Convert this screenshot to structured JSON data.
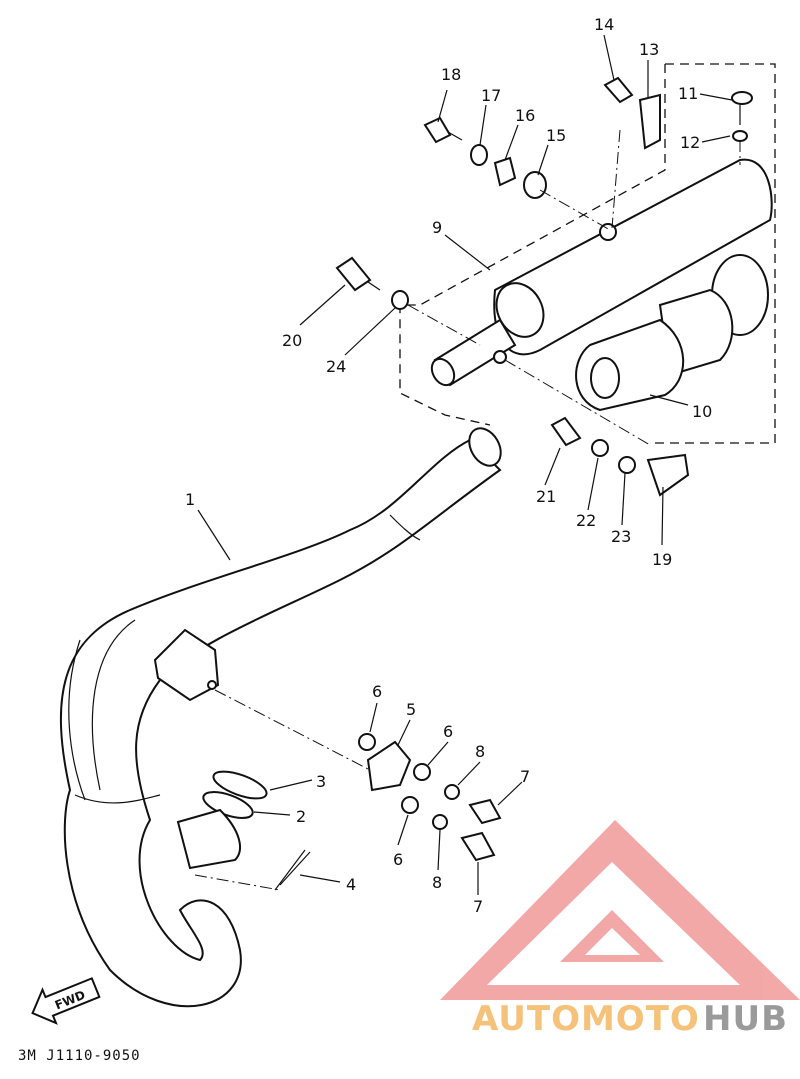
{
  "diagram": {
    "part_labels": [
      "1",
      "2",
      "3",
      "4",
      "5",
      "6",
      "6",
      "6",
      "7",
      "7",
      "8",
      "8",
      "9",
      "10",
      "11",
      "12",
      "13",
      "14",
      "15",
      "16",
      "17",
      "18",
      "19",
      "20",
      "21",
      "22",
      "23",
      "24"
    ],
    "fwd_label": "FWD",
    "drawing_code": "3M J1110-9050"
  },
  "watermark": {
    "brand_part1": "AUTOMOTO",
    "brand_part2": "HUB",
    "colors": {
      "triangle": "#f29a9a",
      "part1": "#f6c27a",
      "part2": "#9a9a9a"
    }
  }
}
